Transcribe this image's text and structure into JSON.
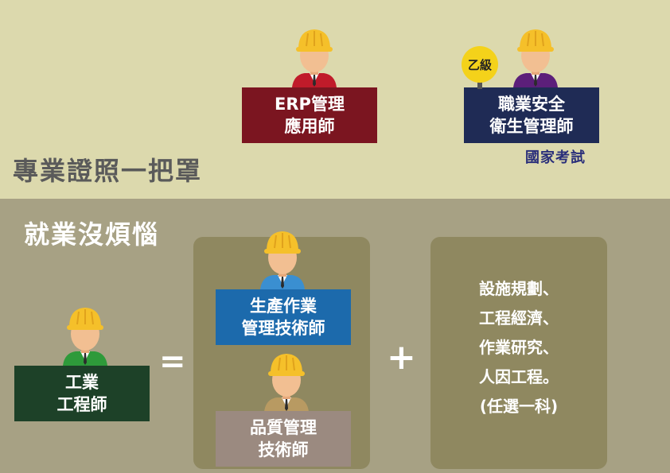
{
  "headings": {
    "top": "專業證照一把罩",
    "bottom": "就業沒煩惱"
  },
  "signs": {
    "erp": [
      "ERP管理",
      "應用師"
    ],
    "safety": [
      "職業安全",
      "衛生管理師"
    ],
    "production": [
      "生產作業",
      "管理技術師"
    ],
    "quality": [
      "品質管理",
      "技術師"
    ],
    "industrial": [
      "工業",
      "工程師"
    ]
  },
  "badge": "乙級",
  "national_exam": "國家考試",
  "operators": {
    "equals": "=",
    "plus": "+"
  },
  "subjects": [
    "設施規劃、",
    "工程經濟、",
    "作業研究、",
    "人因工程。",
    "(任選一科)"
  ],
  "colors": {
    "top_bg": "#dcd9ad",
    "bottom_bg": "#a7a184",
    "panel": "#8f8860",
    "erp": "#7b1520",
    "safety": "#1f2b55",
    "production": "#1c6aac",
    "quality": "#9b8a80",
    "industrial": "#1d4128",
    "helmet": "#f5c02a",
    "badge": "#f4d21a"
  },
  "icons": {
    "worker": "hardhat-worker-icon"
  }
}
